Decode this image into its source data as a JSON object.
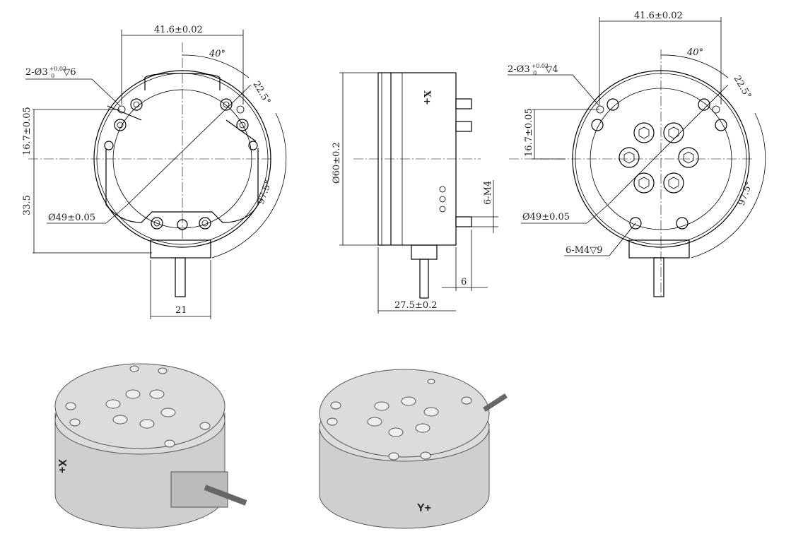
{
  "left_view": {
    "width_dim": "41.6±0.02",
    "angle_top": "40°",
    "angle_side": "22.5°",
    "pin_hole": "2-Ø3",
    "pin_tol_upper": "+0.02",
    "pin_tol_lower": "0",
    "pin_depth": "▽6",
    "offset_dim": "16.7±0.05",
    "height_dim": "33.5",
    "bolt_circle": "Ø49±0.05",
    "angle_bottom": "97.5°",
    "connector_width": "21"
  },
  "side_view": {
    "axis_label": "X+",
    "diameter": "Ø60±0.2",
    "thread": "6-M4",
    "connector_offset": "6",
    "thickness": "27.5±0.2"
  },
  "right_view": {
    "width_dim": "41.6±0.02",
    "angle_top": "40°",
    "angle_side": "22.5°",
    "pin_hole": "2-Ø3",
    "pin_tol_upper": "+0.02",
    "pin_tol_lower": "0",
    "pin_depth": "▽4",
    "offset_dim": "16.7±0.05",
    "bolt_circle": "Ø49±0.05",
    "angle_bottom": "97.5°",
    "thread": "6-M4▽9"
  },
  "renders": {
    "left_axis_label": "X+",
    "right_axis_label": "Y+"
  }
}
